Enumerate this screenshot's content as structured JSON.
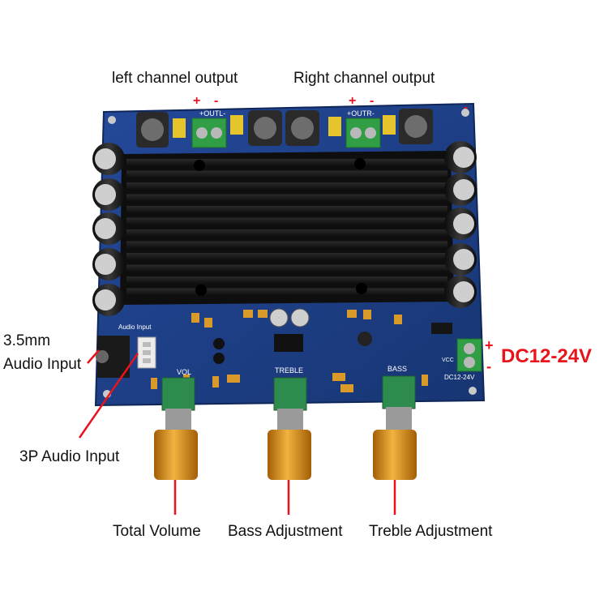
{
  "labels": {
    "left_output": "left channel output",
    "right_output": "Right channel output",
    "audio_jack": "3.5mm\nAudio Input",
    "audio_3p": "3P Audio Input",
    "total_volume": "Total Volume",
    "bass_adjust": "Bass Adjustment",
    "treble_adjust": "Treble Adjustment",
    "power": "DC12-24V",
    "plus": "+",
    "minus": "-"
  },
  "silkscreen": {
    "outl": "+OUTL-",
    "outr": "+OUTR-",
    "audio_input": "Audio Input",
    "vol": "VOL",
    "treble": "TREBLE",
    "bass": "BASS",
    "dc": "DC12-24V",
    "vcc": "VCC"
  },
  "colors": {
    "board": "#1d3f86",
    "heatsink": "#161616",
    "knob": "#d98a12",
    "pot": "#2e8b4e",
    "terminal": "#2f9e45",
    "arrow": "#e8141b"
  }
}
